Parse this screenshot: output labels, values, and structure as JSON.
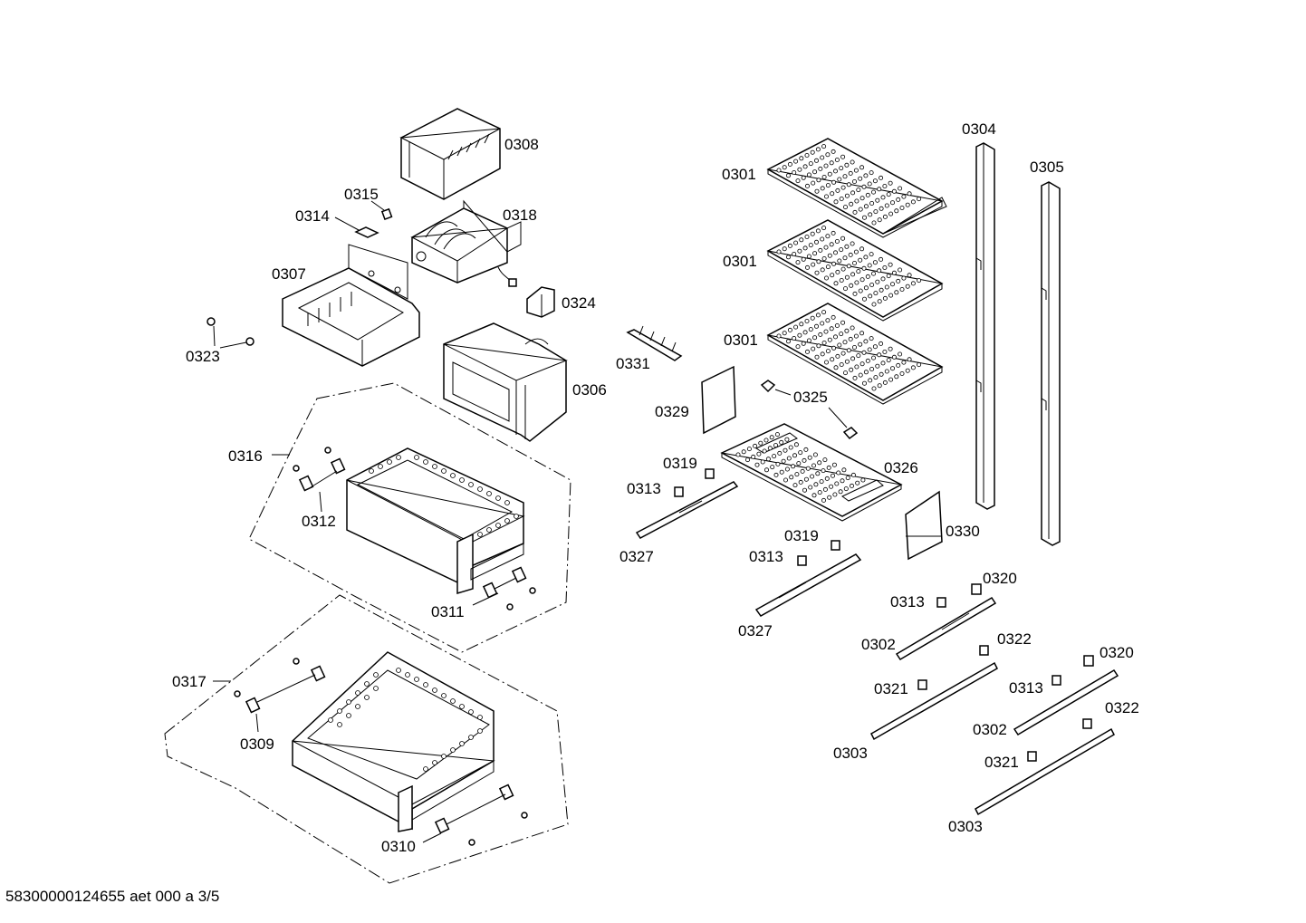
{
  "diagram": {
    "labels": {
      "p0308": "0308",
      "p0315": "0315",
      "p0314": "0314",
      "p0318": "0318",
      "p0307": "0307",
      "p0324": "0324",
      "p0323": "0323",
      "p0306": "0306",
      "p0331": "0331",
      "p0316": "0316",
      "p0312": "0312",
      "p0311": "0311",
      "p0317": "0317",
      "p0309": "0309",
      "p0310": "0310",
      "p0301a": "0301",
      "p0301b": "0301",
      "p0301c": "0301",
      "p0304": "0304",
      "p0305": "0305",
      "p0325": "0325",
      "p0329": "0329",
      "p0319a": "0319",
      "p0313a": "0313",
      "p0326": "0326",
      "p0327a": "0327",
      "p0330": "0330",
      "p0319b": "0319",
      "p0313b": "0313",
      "p0327b": "0327",
      "p0320a": "0320",
      "p0313c": "0313",
      "p0302a": "0302",
      "p0322a": "0322",
      "p0321a": "0321",
      "p0303a": "0303",
      "p0320b": "0320",
      "p0313d": "0313",
      "p0302b": "0302",
      "p0322b": "0322",
      "p0321b": "0321",
      "p0303b": "0303"
    },
    "footer": "58300000124655 aet 000 a 3/5"
  }
}
